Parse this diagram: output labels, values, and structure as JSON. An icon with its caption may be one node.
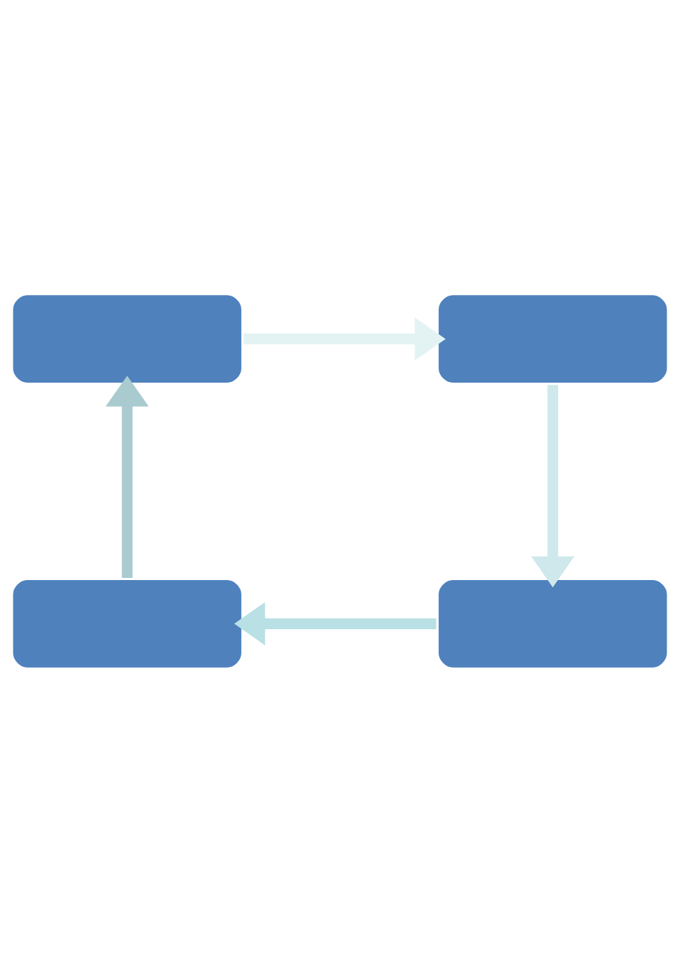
{
  "diagram": {
    "nodes": [
      {
        "text": [],
        "shape": "box"
      },
      {
        "text": [],
        "shape": "box"
      },
      {
        "text": [],
        "shape": "box"
      },
      {
        "text": [],
        "shape": "box"
      }
    ],
    "edges": [
      {
        "from": 0,
        "to": 1,
        "arrow": "to",
        "color": "#e3f3f4"
      },
      {
        "from": 1,
        "to": 3,
        "arrow": "to",
        "color": "#cfe8eb"
      },
      {
        "from": 3,
        "to": 2,
        "arrow": "to",
        "color": "#b9e0e4"
      },
      {
        "from": 2,
        "to": 0,
        "arrow": "to",
        "color": "#a9cbcf"
      }
    ]
  }
}
